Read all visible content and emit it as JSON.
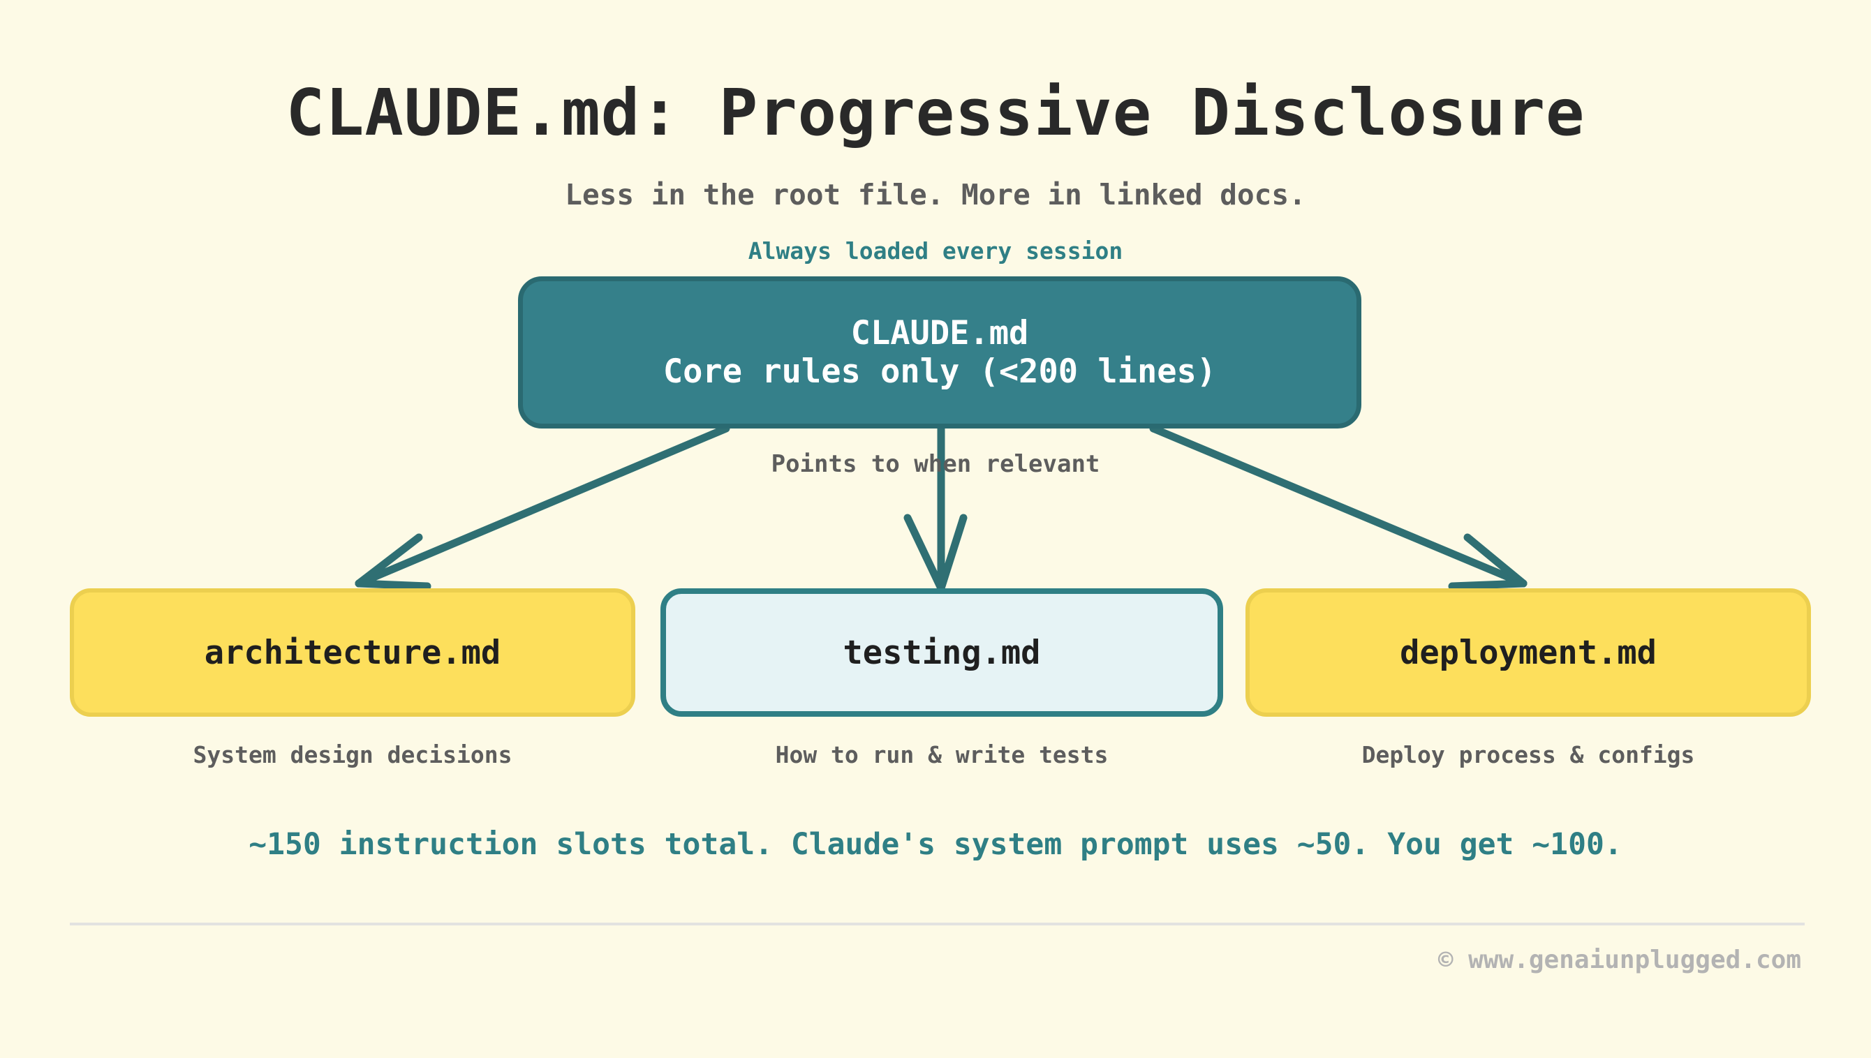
{
  "header": {
    "title": "CLAUDE.md: Progressive Disclosure",
    "subtitle": "Less in the root file. More in linked docs."
  },
  "diagram": {
    "root_caption": "Always loaded every session",
    "edge_label": "Points to when relevant",
    "root_node": {
      "name": "CLAUDE.md",
      "detail": "Core rules only (<200 lines)"
    },
    "children": [
      {
        "label": "architecture.md",
        "caption": "System design decisions"
      },
      {
        "label": "testing.md",
        "caption": "How to run & write tests"
      },
      {
        "label": "deployment.md",
        "caption": "Deploy process & configs"
      }
    ]
  },
  "footnote": "~150 instruction slots total. Claude's system prompt uses ~50. You get ~100.",
  "footer": {
    "credit": "© www.genaiunplugged.com"
  },
  "colors": {
    "background": "#fdfae6",
    "teal_fill": "#35808a",
    "teal_border": "#2a6a71",
    "teal_text": "#2f7f85",
    "yellow_fill": "#fddf5c",
    "yellow_border": "#eccf4f",
    "lightblue_fill": "#e6f3f5",
    "edge_stroke": "#2f6f73",
    "muted_text": "#5d5d5d",
    "dark_text": "#292929",
    "footer_text": "#b3b3b3",
    "divider": "#e2e2e0"
  }
}
